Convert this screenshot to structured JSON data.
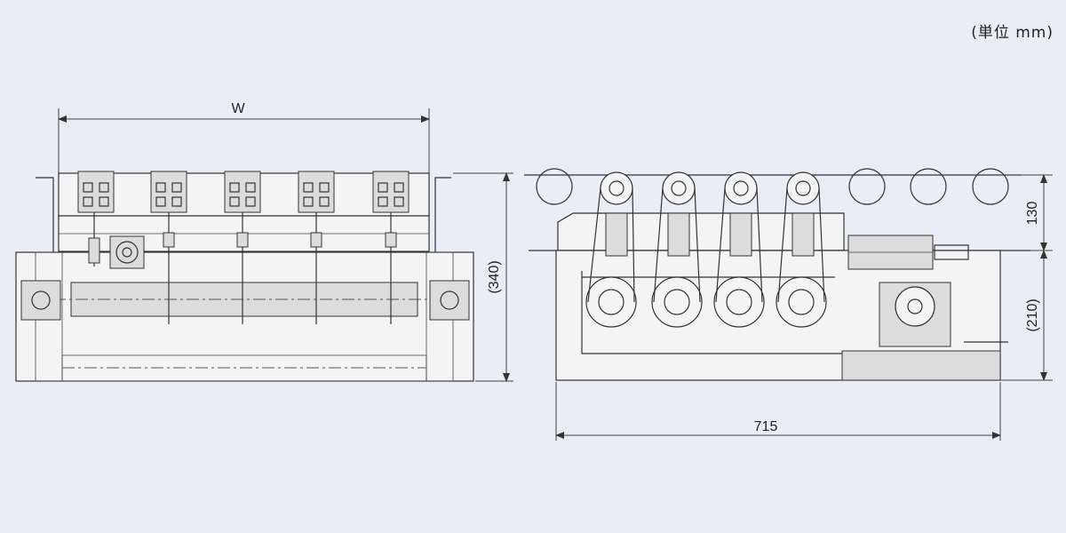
{
  "unit_label": "(単位 mm)",
  "front_view": {
    "width_label": "W",
    "height_label": "(340)"
  },
  "side_view": {
    "length_label": "715",
    "top_height_label": "130",
    "bottom_height_label": "(210)"
  }
}
